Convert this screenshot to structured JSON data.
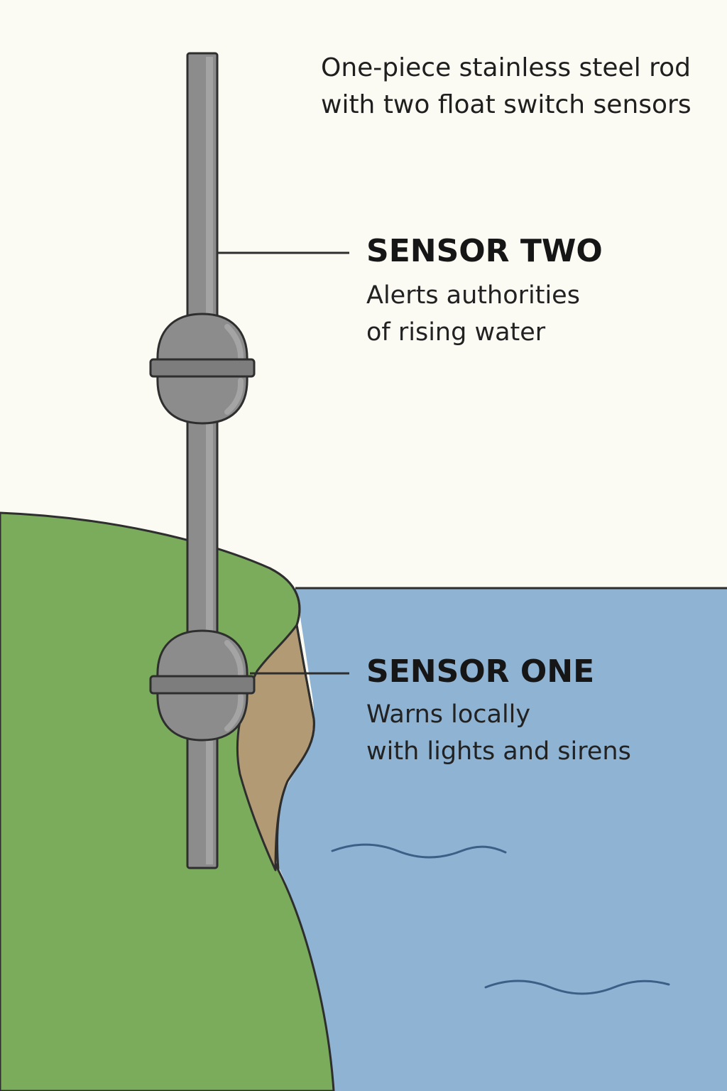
{
  "caption": {
    "line1": "One-piece stainless steel rod",
    "line2": "with two float switch sensors"
  },
  "sensors": [
    {
      "title": "SENSOR TWO",
      "desc_line1": "Alerts authorities",
      "desc_line2": "of rising water"
    },
    {
      "title": "SENSOR ONE",
      "desc_line1": "Warns locally",
      "desc_line2": "with lights and sirens"
    }
  ],
  "colors": {
    "background": "#fbfaf3",
    "ground": "#7aac5c",
    "bank_soil": "#b29a74",
    "water": "#8fb3d3",
    "rod": "#8c8c8c",
    "outline": "#2e2e2e"
  }
}
